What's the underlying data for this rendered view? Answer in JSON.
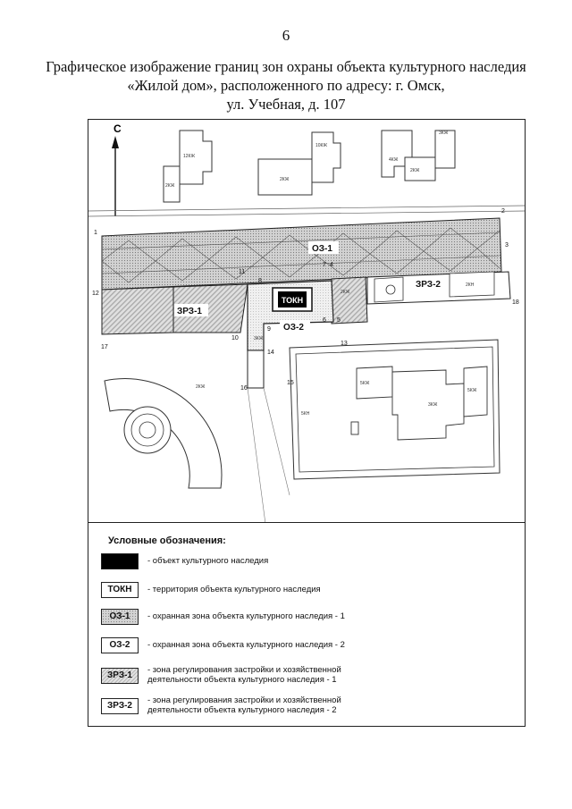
{
  "page_number": "6",
  "title": {
    "line1": "Графическое изображение границ зон охраны объекта культурного наследия",
    "line2": "«Жилой дом», расположенного по адресу: г. Омск,",
    "line3": "ул. Учебная, д. 107"
  },
  "map": {
    "north_label": "С",
    "boundary_points": [
      "1",
      "2",
      "3",
      "4",
      "5",
      "6",
      "7",
      "8",
      "9",
      "10",
      "11",
      "12",
      "13",
      "14",
      "15",
      "16",
      "17",
      "18"
    ],
    "zone_labels": {
      "oz1": "ОЗ-1",
      "oz2": "ОЗ-2",
      "zrz1": "ЗРЗ-1",
      "zrz2": "ЗРЗ-2",
      "tokn": "ТОКН"
    },
    "building_labels": [
      "12КЖ",
      "2КЖ",
      "10КЖ",
      "2КЖ",
      "4КЖ",
      "3КЖ",
      "2КЖ",
      "2КЖ",
      "2КН",
      "5КЖ",
      "3КЖ",
      "5КЖ",
      "2КЖ",
      "3КЖ",
      "5КН"
    ]
  },
  "legend": {
    "title": "Условные обозначения:",
    "items": [
      {
        "symbol": "",
        "style": "black",
        "text": [
          "- объект культурного наследия"
        ]
      },
      {
        "symbol": "ТОКН",
        "style": "white",
        "text": [
          "- территория объекта культурного наследия"
        ]
      },
      {
        "symbol": "ОЗ-1",
        "style": "dot",
        "text": [
          "- охранная зона объекта культурного наследия - 1"
        ]
      },
      {
        "symbol": "ОЗ-2",
        "style": "white",
        "text": [
          "- охранная зона объекта культурного наследия - 2"
        ]
      },
      {
        "symbol": "ЗРЗ-1",
        "style": "hatch",
        "text": [
          "- зона регулирования застройки и хозяйственной",
          "деятельности объекта культурного наследия - 1"
        ]
      },
      {
        "symbol": "ЗРЗ-2",
        "style": "white",
        "text": [
          "- зона регулирования застройки и хозяйственной",
          "деятельности объекта культурного наследия - 2"
        ]
      }
    ]
  },
  "colors": {
    "frame": "#222222",
    "zone_dots_bg": "#d4d4d4",
    "zone_hatch": "#b8b8b8",
    "heritage_object": "#000000"
  }
}
